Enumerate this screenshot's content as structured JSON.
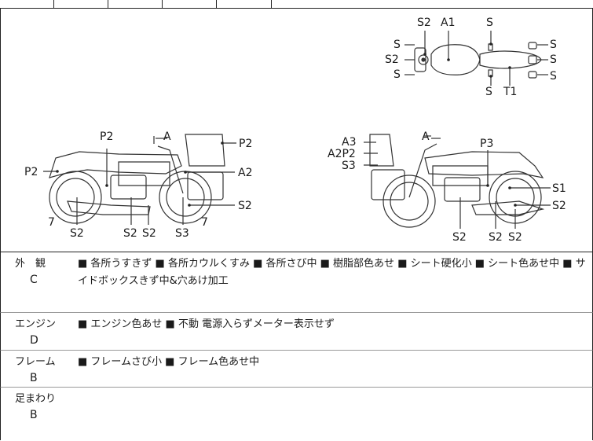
{
  "diagram": {
    "labels": {
      "top": {
        "s2": "S2",
        "a1": "A1",
        "s_top": "S",
        "s_l1": "S",
        "s2_l": "S2",
        "s_l3": "S",
        "s_r1": "S",
        "s_r2": "S",
        "s_r3": "S",
        "s_bottom": "S",
        "t1": "T1"
      },
      "left": {
        "p2_top": "P2",
        "a": "A",
        "p2_right": "P2",
        "p2_left": "P2",
        "a2": "A2",
        "s2_right": "S2",
        "n7_left": "7",
        "n7_right": "7",
        "s2_b1": "S2",
        "s2_b2": "S2",
        "s2_b3": "S2",
        "s3": "S3"
      },
      "right": {
        "a3": "A3",
        "a2p2": "A2P2",
        "s3": "S3",
        "a": "A",
        "p3": "P3",
        "s1": "S1",
        "s2_right": "S2",
        "s2_b1": "S2",
        "s2_b2": "S2",
        "s2_b3": "S2"
      }
    }
  },
  "inspection": [
    {
      "category": "外　観",
      "grade": "C",
      "text": "■ 各所うすきず ■ 各所カウルくすみ ■ 各所さび中 ■ 樹脂部色あせ ■ シート硬化小 ■ シート色あせ中 ■ サイドボックスきず中&穴あけ加工"
    },
    {
      "category": "エンジン",
      "grade": "D",
      "text": "■ エンジン色あせ ■ 不動 電源入らずメーター表示せず"
    },
    {
      "category": "フレーム",
      "grade": "B",
      "text": "■ フレームさび小 ■ フレーム色あせ中"
    },
    {
      "category": "足まわり",
      "grade": "B",
      "text": ""
    }
  ]
}
